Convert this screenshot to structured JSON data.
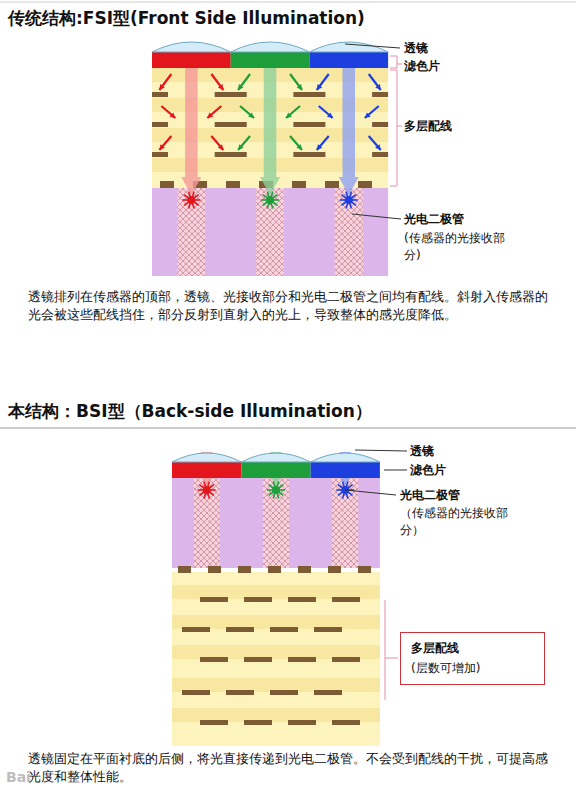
{
  "diagram": {
    "nodes": [
      {
        "text": [
          "多层配线",
          "(层数可增加)"
        ]
      }
    ],
    "labels": [
      "传统结构:FSI型(Front Side Illumination)",
      "透镜",
      "滤色片",
      "多层配线",
      "光电二极管",
      "(传感器的光接收部分)",
      "透镜排列在传感器的顶部，透镜、光接收部分和光电二极管之间均有配线。斜射入传感器的光会被这些配线挡住，部分反射到直射入的光上，导致整体的感光度降低。",
      "本结构：BSI型（Back-side Illumination）",
      "透镜",
      "滤色片",
      "光电二极管",
      "（传感器的光接收部分）",
      "透镜固定在平面衬底的后侧，将光直接传递到光电二极管。不会受到配线的干扰，可提高感光度和整体性能。",
      "Bai"
    ]
  }
}
